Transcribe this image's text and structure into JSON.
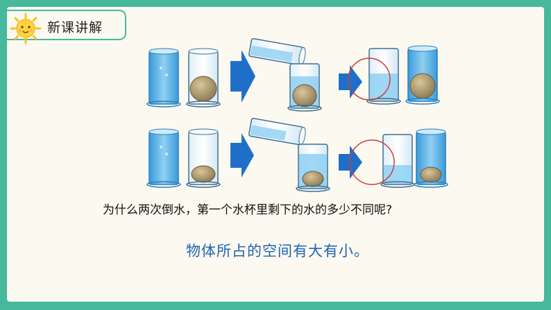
{
  "header": {
    "title": "新课讲解",
    "icon": "sun-icon"
  },
  "question": "为什么两次倒水，第一个水杯里剩下的水的多少不同呢?",
  "answer": "物体所占的空间有大有小。",
  "colors": {
    "background": "#46b89c",
    "slide": "#fcf9f0",
    "arrow": "#1f6fc9",
    "answer_text": "#1e63b6",
    "circle": "#d23a3a"
  }
}
